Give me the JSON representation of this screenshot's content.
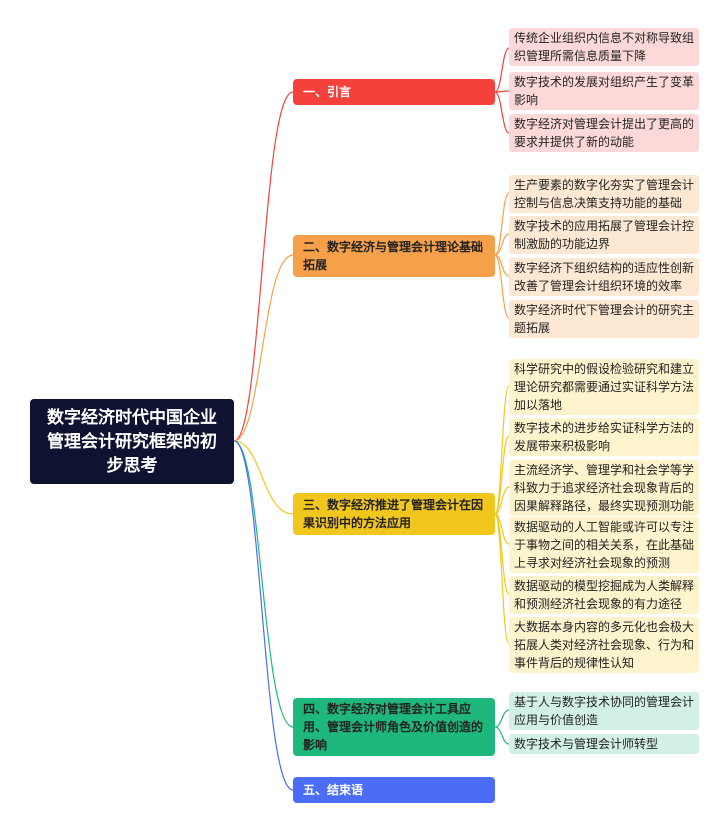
{
  "root": {
    "title": "数字经济时代中国企业管理会计研究框架的初步思考"
  },
  "branches": [
    {
      "label": "一、引言",
      "color": "#f5413b",
      "leaves": [
        "传统企业组织内信息不对称导致组织管理所需信息质量下降",
        "数字技术的发展对组织产生了变革影响",
        "数字经济对管理会计提出了更高的要求并提供了新的动能"
      ]
    },
    {
      "label": "二、数字经济与管理会计理论基础拓展",
      "color": "#f6a14a",
      "leaves": [
        "生产要素的数字化夯实了管理会计控制与信息决策支持功能的基础",
        "数字技术的应用拓展了管理会计控制激励的功能边界",
        "数字经济下组织结构的适应性创新改善了管理会计组织环境的效率",
        "数字经济时代下管理会计的研究主题拓展"
      ]
    },
    {
      "label": "三、数字经济推进了管理会计在因果识别中的方法应用",
      "color": "#f2c71d",
      "leaves": [
        "科学研究中的假设检验研究和建立理论研究都需要通过实证科学方法加以落地",
        "数字技术的进步给实证科学方法的发展带来积极影响",
        "主流经济学、管理学和社会学等学科致力于追求经济社会现象背后的因果解释路径，最终实现预测功能",
        "数据驱动的人工智能或许可以专注于事物之间的相关关系，在此基础上寻求对经济社会现象的预测",
        "数据驱动的模型挖掘成为人类解释和预测经济社会现象的有力途径",
        "大数据本身内容的多元化也会极大拓展人类对经济社会现象、行为和事件背后的规律性认知"
      ]
    },
    {
      "label": "四、数字经济对管理会计工具应用、管理会计师角色及价值创造的影响",
      "color": "#1fb87c",
      "leaves": [
        "基于人与数字技术协同的管理会计应用与价值创造",
        "数字技术与管理会计师转型"
      ]
    },
    {
      "label": "五、结束语",
      "color": "#4a6cf7",
      "leaves": []
    }
  ]
}
